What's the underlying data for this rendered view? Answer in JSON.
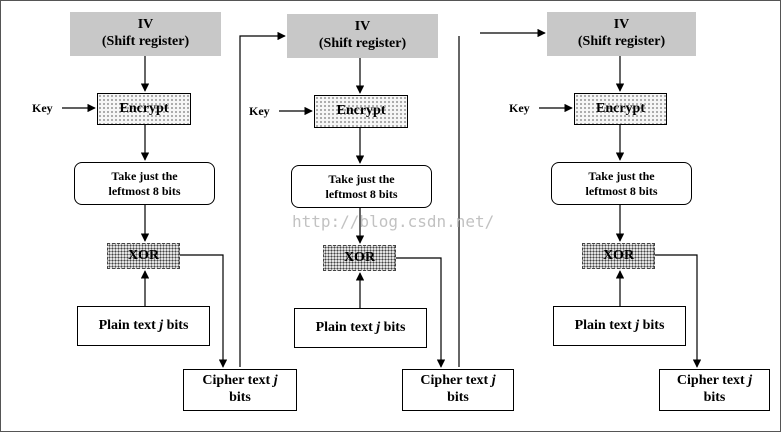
{
  "columns": [
    {
      "iv": {
        "title": "IV",
        "subtitle": "(Shift register)"
      },
      "key": "Key",
      "encrypt": "Encrypt",
      "take": {
        "line1": "Take just the",
        "line2": "leftmost 8 bits"
      },
      "xor": "XOR",
      "plain": {
        "text": "Plain text ",
        "var": "j",
        "suffix": " bits"
      },
      "cipher": {
        "text": "Cipher text ",
        "var": "j",
        "line2": "bits"
      }
    },
    {
      "iv": {
        "title": "IV",
        "subtitle": "(Shift register)"
      },
      "key": "Key",
      "encrypt": "Encrypt",
      "take": {
        "line1": "Take just the",
        "line2": "leftmost 8 bits"
      },
      "xor": "XOR",
      "plain": {
        "text": "Plain text ",
        "var": "j",
        "suffix": " bits"
      },
      "cipher": {
        "text": "Cipher text ",
        "var": "j",
        "line2": "bits"
      }
    },
    {
      "iv": {
        "title": "IV",
        "subtitle": "(Shift register)"
      },
      "key": "Key",
      "encrypt": "Encrypt",
      "take": {
        "line1": "Take just the",
        "line2": "leftmost 8 bits"
      },
      "xor": "XOR",
      "plain": {
        "text": "Plain text ",
        "var": "j",
        "suffix": " bits"
      },
      "cipher": {
        "text": "Cipher text ",
        "var": "j",
        "line2": "bits"
      }
    }
  ],
  "watermark": "http://blog.csdn.net/"
}
